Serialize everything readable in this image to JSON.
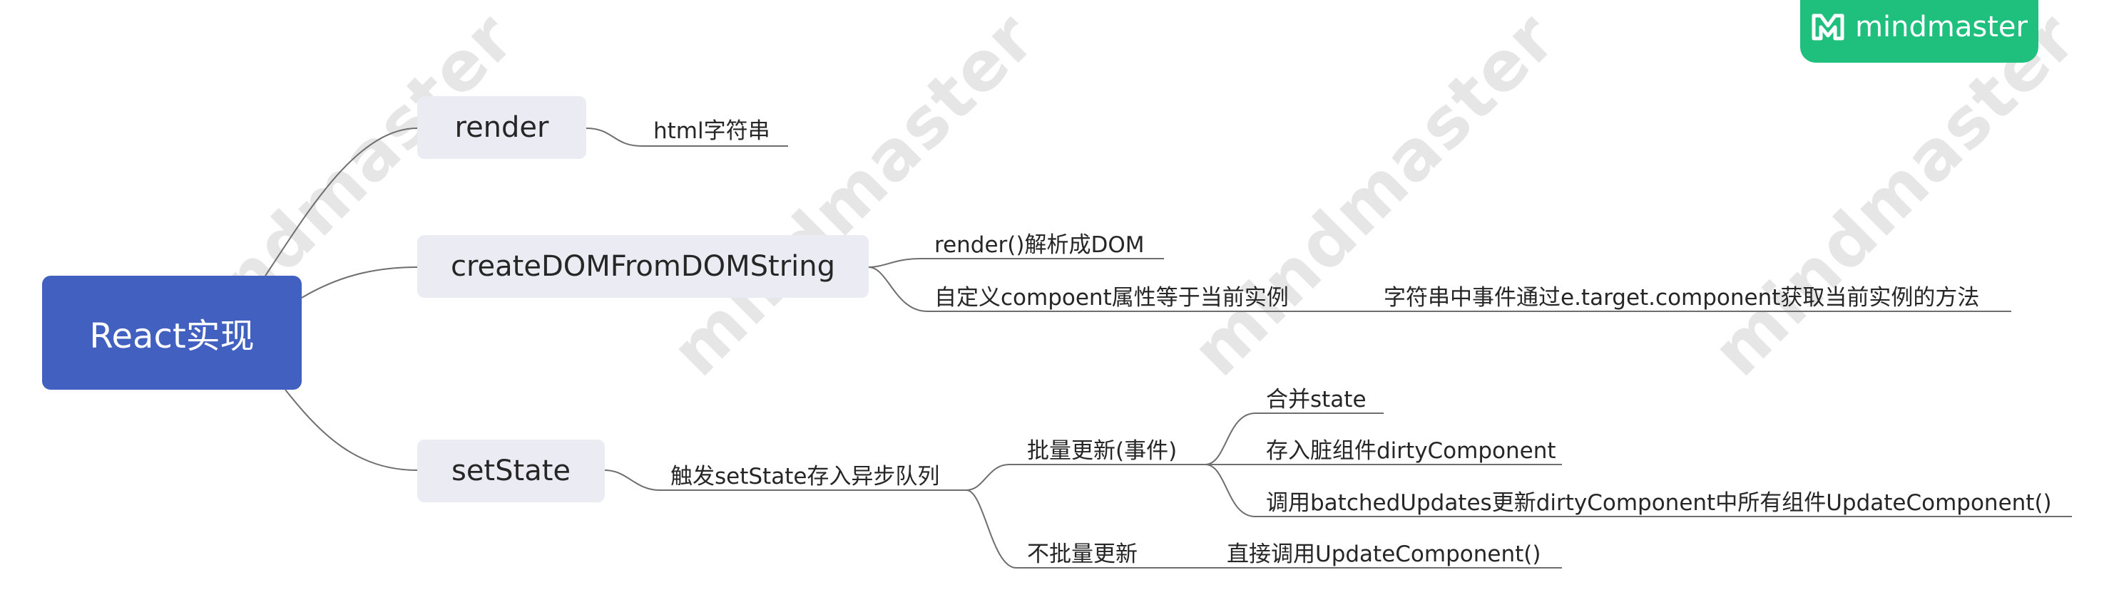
{
  "brand": {
    "name": "mindmaster",
    "color": "#1fbf7e",
    "icon": "mindmaster-logo-icon"
  },
  "watermark": {
    "text": "mindmaster"
  },
  "colors": {
    "root": "#4160bf",
    "topic": "#ebebf3",
    "line": "#6e6e6e",
    "text": "#262626"
  },
  "root": {
    "label": "React实现"
  },
  "topics": {
    "render": {
      "label": "render",
      "children": [
        "html字符串"
      ]
    },
    "createDOM": {
      "label": "createDOMFromDOMString",
      "children": [
        "render()解析成DOM",
        "自定义compoent属性等于当前实例"
      ],
      "detail": "字符串中事件通过e.target.component获取当前实例的方法"
    },
    "setState": {
      "label": "setState",
      "step": "触发setState存入异步队列",
      "batch": {
        "label": "批量更新(事件)",
        "children": [
          "合并state",
          "存入脏组件dirtyComponent",
          "调用batchedUpdates更新dirtyComponent中所有组件UpdateComponent()"
        ]
      },
      "nobatch": {
        "label": "不批量更新",
        "detail": "直接调用UpdateComponent()"
      }
    }
  }
}
